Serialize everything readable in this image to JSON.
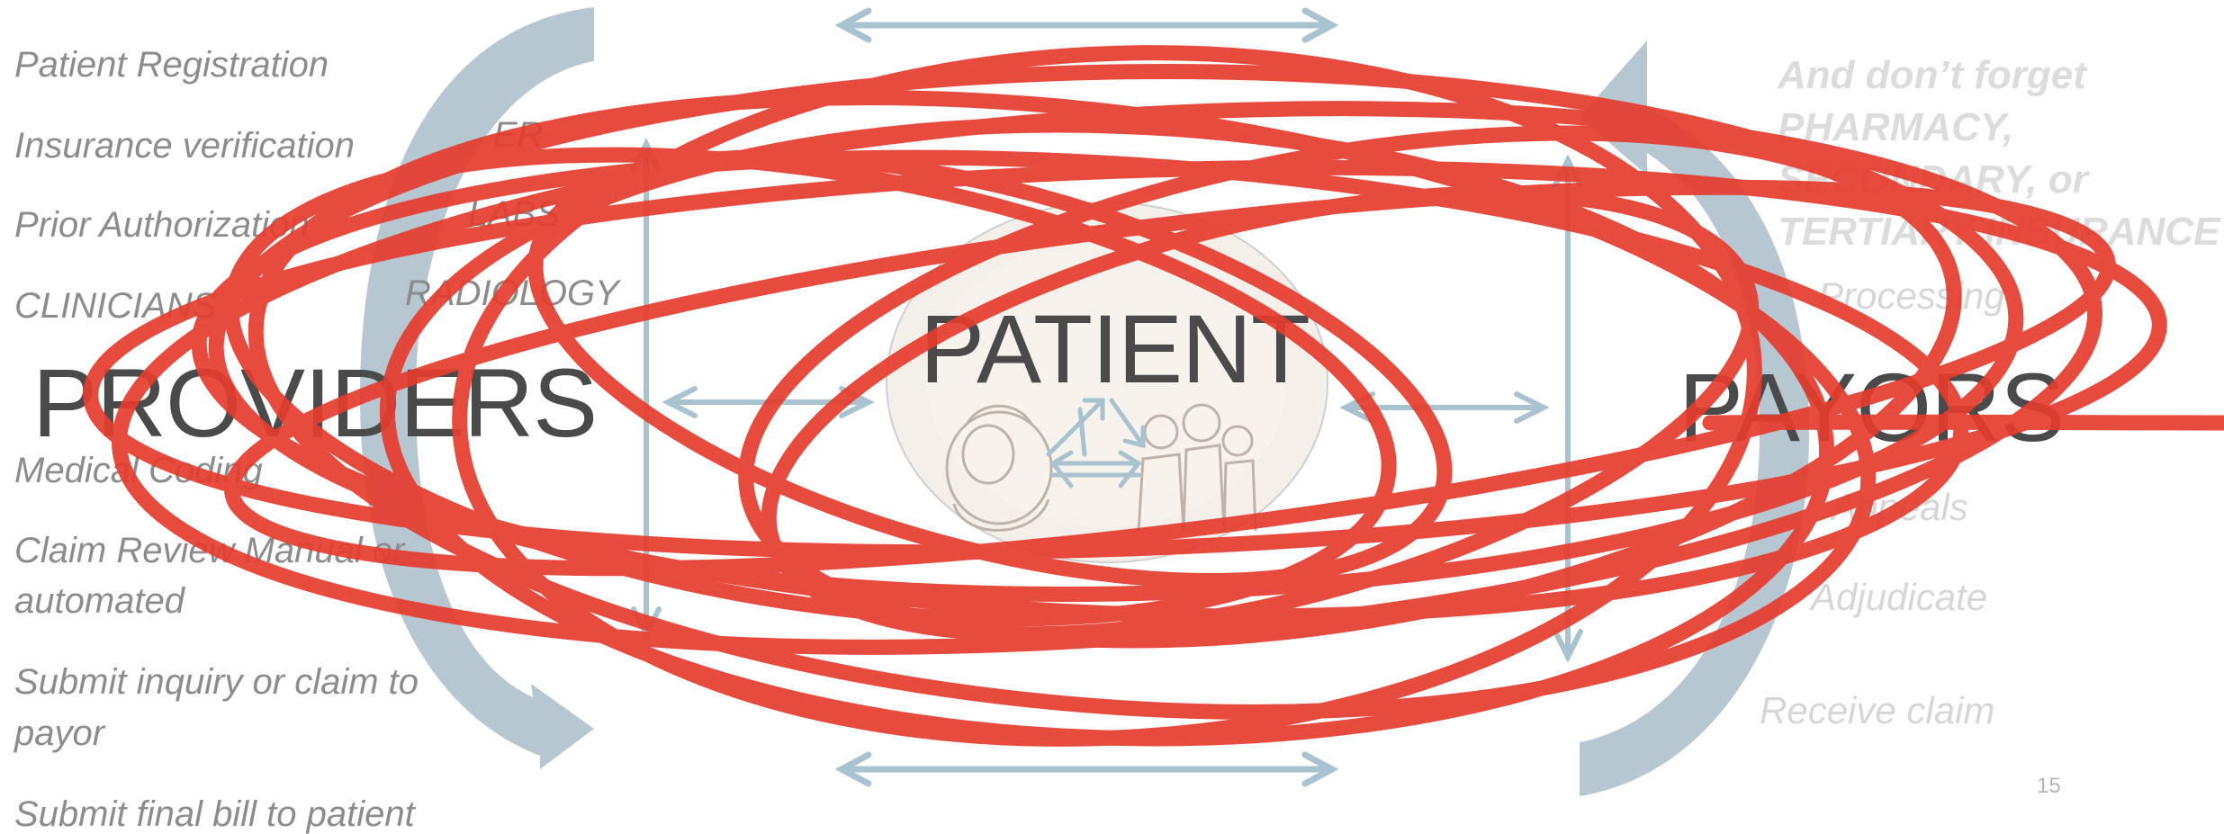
{
  "providers": {
    "title": "PROVIDERS",
    "items": [
      "Patient Registration",
      "Insurance verification",
      "Prior Authorization",
      "CLINICIANS",
      "Medical Coding",
      "Claim Review Manual or",
      "automated",
      "Submit inquiry or claim to",
      "payor",
      "Submit final bill to patient"
    ],
    "departments": [
      "ER",
      "LABS",
      "RADIOLOGY"
    ]
  },
  "patient": {
    "title": "PATIENT"
  },
  "payors": {
    "title": "PAYORS",
    "items": [
      "Processing",
      "Appeals",
      "Adjudicate",
      "Receive claim"
    ],
    "note": [
      "And don’t forget",
      "PHARMACY,",
      "SECONDARY, or",
      "TERTIARY INSURANCE"
    ]
  },
  "page_number": "15",
  "colors": {
    "arrow": "#a9c2d0",
    "arc": "#9fb4c2",
    "scribble": "#e63c2e",
    "text_grey": "#8c8c8c",
    "title_dark": "#4a4a4a"
  }
}
